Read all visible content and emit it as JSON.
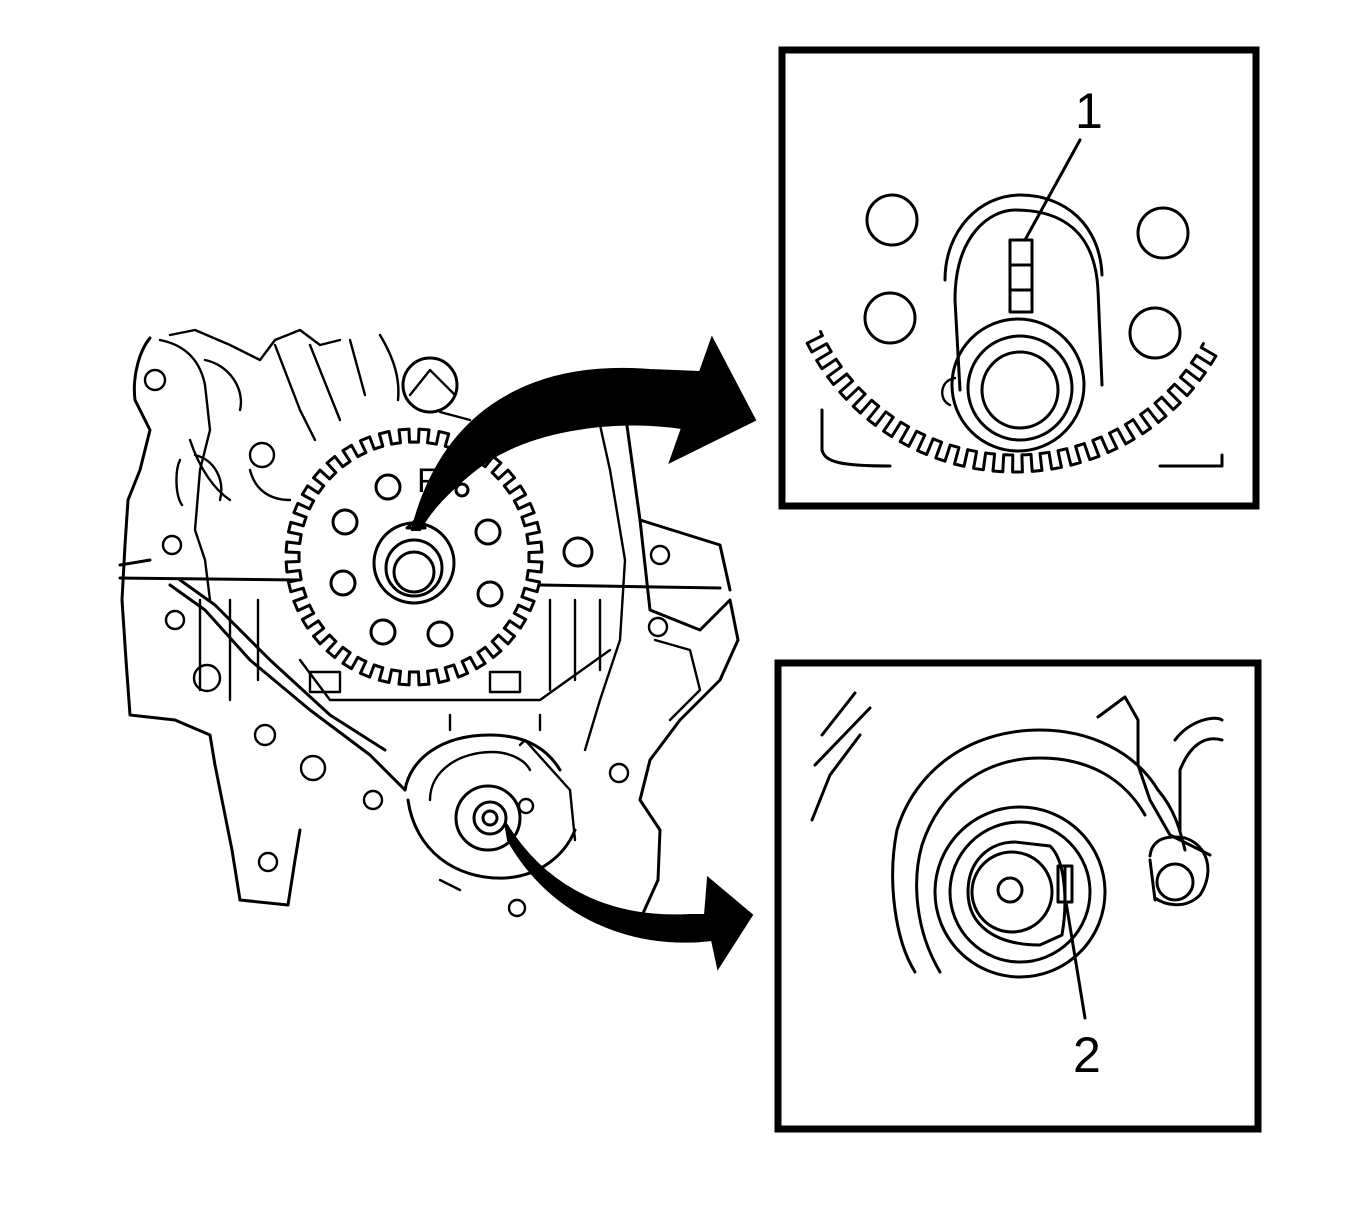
{
  "labels": {
    "callout_1": "1",
    "callout_2": "2",
    "sprocket_mark": "F"
  },
  "colors": {
    "line": "#000000",
    "background": "#ffffff"
  }
}
